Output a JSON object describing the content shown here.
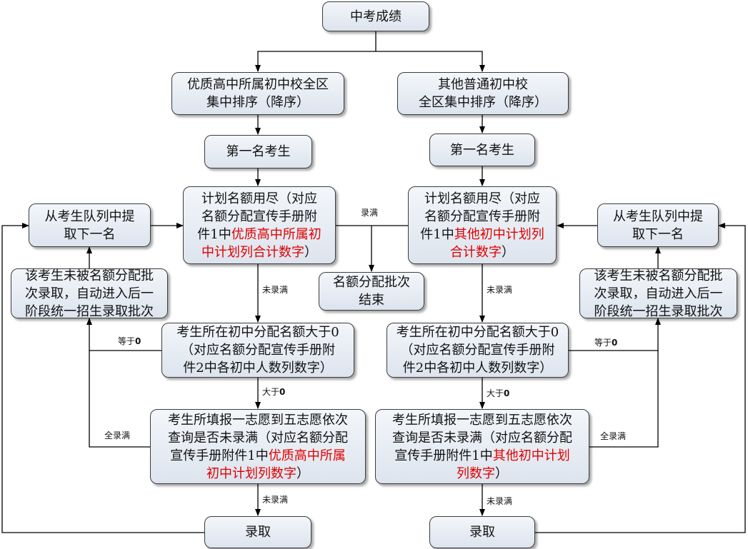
{
  "nodes": {
    "top": {
      "lines": [
        [
          {
            "t": "中考成绩"
          }
        ]
      ]
    },
    "left_sort": {
      "lines": [
        [
          {
            "t": "优质高中所属初中校全区"
          }
        ],
        [
          {
            "t": "集中排序（降序）"
          }
        ]
      ]
    },
    "right_sort": {
      "lines": [
        [
          {
            "t": "其他普通初中校"
          }
        ],
        [
          {
            "t": "全区集中排序（降序）"
          }
        ]
      ]
    },
    "left_first": {
      "lines": [
        [
          {
            "t": "第一名考生"
          }
        ]
      ]
    },
    "right_first": {
      "lines": [
        [
          {
            "t": "第一名考生"
          }
        ]
      ]
    },
    "left_quota": {
      "lines": [
        [
          {
            "t": "计划名额用尽（对应"
          }
        ],
        [
          {
            "t": "名额分配宣传手册附"
          }
        ],
        [
          {
            "t": "件1中"
          },
          {
            "t": "优质高中所属初",
            "red": true
          }
        ],
        [
          {
            "t": "中计划列合计数字",
            "red": true
          },
          {
            "t": "）"
          }
        ]
      ]
    },
    "right_quota": {
      "lines": [
        [
          {
            "t": "计划名额用尽（对应"
          }
        ],
        [
          {
            "t": "名额分配宣传手册附"
          }
        ],
        [
          {
            "t": "件1中"
          },
          {
            "t": "其他初中计划列",
            "red": true
          }
        ],
        [
          {
            "t": "合计数字",
            "red": true
          },
          {
            "t": "）"
          }
        ]
      ]
    },
    "left_next": {
      "lines": [
        [
          {
            "t": "从考生队列中提"
          }
        ],
        [
          {
            "t": "取下一名"
          }
        ]
      ]
    },
    "right_next": {
      "lines": [
        [
          {
            "t": "从考生队列中提"
          }
        ],
        [
          {
            "t": "取下一名"
          }
        ]
      ]
    },
    "center_end": {
      "lines": [
        [
          {
            "t": "名额分配批次"
          }
        ],
        [
          {
            "t": "结束"
          }
        ]
      ]
    },
    "left_not": {
      "lines": [
        [
          {
            "t": "该考生未被名额分配批"
          }
        ],
        [
          {
            "t": "次录取，自动进入后一"
          }
        ],
        [
          {
            "t": "阶段统一招生录取批次"
          }
        ]
      ]
    },
    "right_not": {
      "lines": [
        [
          {
            "t": "该考生未被名额分配批"
          }
        ],
        [
          {
            "t": "次录取，自动进入后一"
          }
        ],
        [
          {
            "t": "阶段统一招生录取批次"
          }
        ]
      ]
    },
    "left_school": {
      "lines": [
        [
          {
            "t": "考生所在初中分配名额大于0"
          }
        ],
        [
          {
            "t": "（对应名额分配宣传手册附"
          }
        ],
        [
          {
            "t": "件2中各初中人数列数字）"
          }
        ]
      ]
    },
    "right_school": {
      "lines": [
        [
          {
            "t": "考生所在初中分配名额大于0"
          }
        ],
        [
          {
            "t": "（对应名额分配宣传手册附"
          }
        ],
        [
          {
            "t": "件2中各初中人数列数字）"
          }
        ]
      ]
    },
    "left_wish": {
      "lines": [
        [
          {
            "t": "考生所填报一志愿到五志愿依次"
          }
        ],
        [
          {
            "t": "查询是否未录满（对应名额分配"
          }
        ],
        [
          {
            "t": "宣传手册附件1中"
          },
          {
            "t": "优质高中所属",
            "red": true
          }
        ],
        [
          {
            "t": "初中计划列数字",
            "red": true
          },
          {
            "t": "）"
          }
        ]
      ]
    },
    "right_wish": {
      "lines": [
        [
          {
            "t": "考生所填报一志愿到五志愿依次"
          }
        ],
        [
          {
            "t": "查询是否未录满（对应名额分配"
          }
        ],
        [
          {
            "t": "宣传手册附件1中"
          },
          {
            "t": "其他初中计划",
            "red": true
          }
        ],
        [
          {
            "t": "列数字",
            "red": true
          },
          {
            "t": "）"
          }
        ]
      ]
    },
    "left_admit": {
      "lines": [
        [
          {
            "t": "录取"
          }
        ]
      ]
    },
    "right_admit": {
      "lines": [
        [
          {
            "t": "录取"
          }
        ]
      ]
    }
  },
  "labels": {
    "full": "录满",
    "not_full_l1": "未录满",
    "not_full_r1": "未录满",
    "eq0_left": "等于0",
    "eq0_right": "等于0",
    "gt0_left": "大于0",
    "gt0_right": "大于0",
    "all_full_left": "全录满",
    "all_full_right": "全录满",
    "not_full_l2": "未录满",
    "not_full_r2": "未录满"
  }
}
